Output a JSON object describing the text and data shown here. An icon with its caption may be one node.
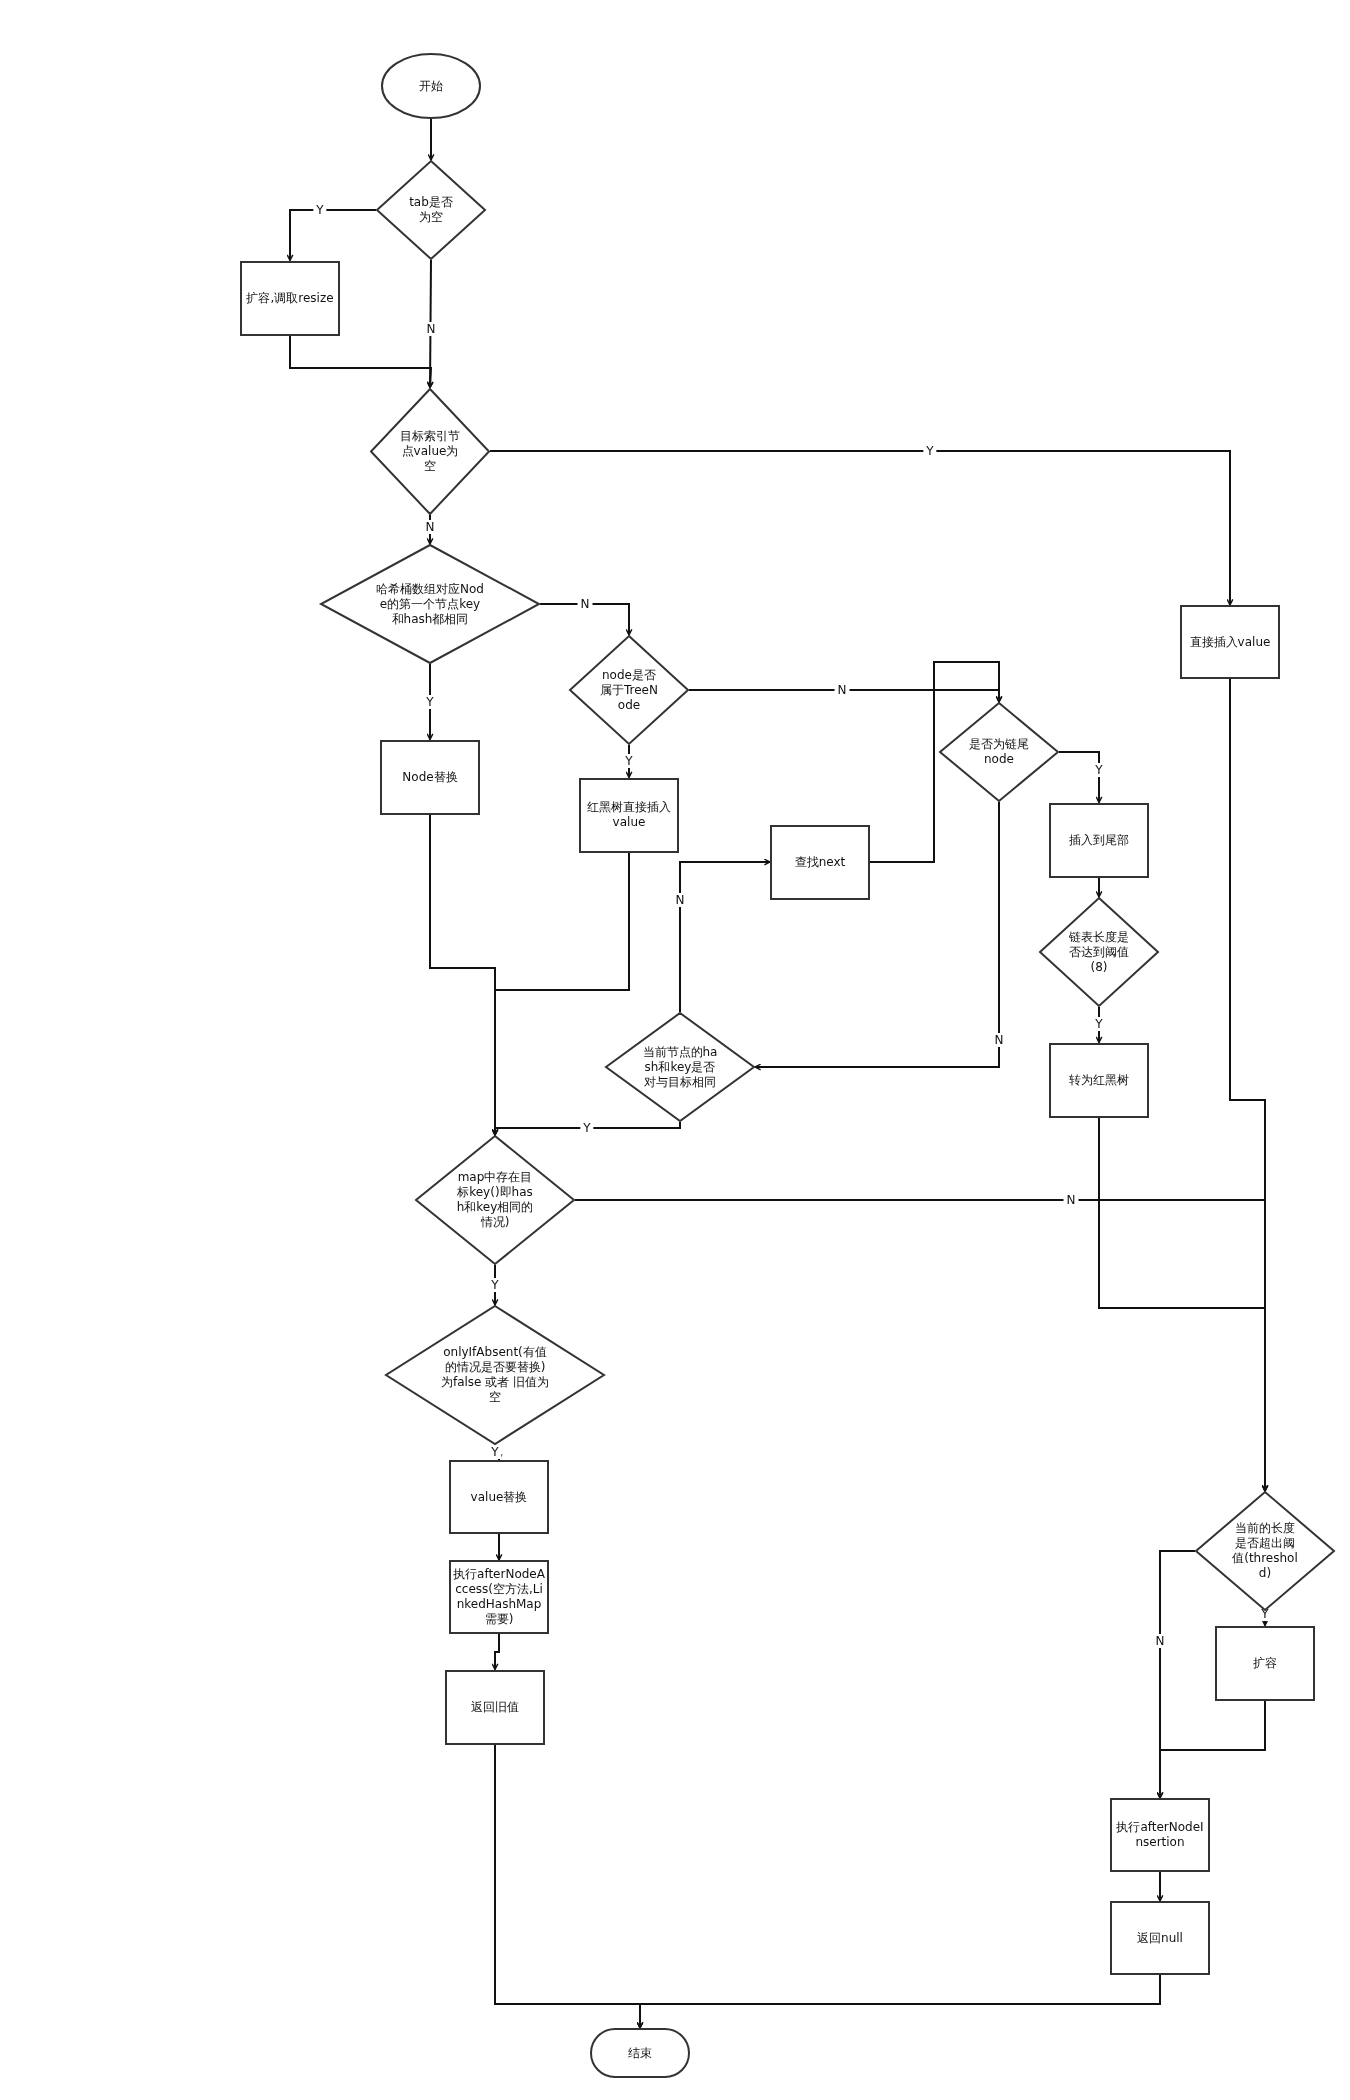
{
  "diagram": {
    "nodes": [
      {
        "text": [
          "开始"
        ]
      },
      {
        "text": [
          "tab是否为空"
        ]
      },
      {
        "text": [
          "扩容,调取resize"
        ]
      },
      {
        "text": [
          "目标索引节点value为空"
        ]
      },
      {
        "text": [
          "哈希桶数组对应Node的第一个节点key和hash都相同"
        ]
      },
      {
        "text": [
          "直接插入value"
        ]
      },
      {
        "text": [
          "node是否属于TreeNode"
        ]
      },
      {
        "text": [
          "Node替换"
        ]
      },
      {
        "text": [
          "红黑树直接插入value"
        ]
      },
      {
        "text": [
          "是否为链尾node"
        ]
      },
      {
        "text": [
          "插入到尾部"
        ]
      },
      {
        "text": [
          "查找next"
        ]
      },
      {
        "text": [
          "链表长度是否达到阈值(8)"
        ]
      },
      {
        "text": [
          "当前节点的hash和key是否对与目标相同"
        ]
      },
      {
        "text": [
          "转为红黑树"
        ]
      },
      {
        "text": [
          "map中存在目标key()即hash和key相同的情况)"
        ]
      },
      {
        "text": [
          "onlyIfAbsent(有值的情况是否要替换)为false 或者 旧值为空"
        ]
      },
      {
        "text": [
          "value替换"
        ]
      },
      {
        "text": [
          "执行afterNodeAccess(空方法,LinkedHashMap需要)"
        ]
      },
      {
        "text": [
          "返回旧值"
        ]
      },
      {
        "text": [
          "当前的长度是否超出阈值(threshold)"
        ]
      },
      {
        "text": [
          "扩容"
        ]
      },
      {
        "text": [
          "执行afterNodeInsertion"
        ]
      },
      {
        "text": [
          "返回null"
        ]
      },
      {
        "text": [
          "结束"
        ]
      }
    ],
    "edges": [
      {
        "from": 0,
        "to": 1,
        "arrow": "to"
      },
      {
        "from": 1,
        "to": 2,
        "arrow": "to",
        "label": "Y"
      },
      {
        "from": 1,
        "to": 3,
        "arrow": "to",
        "label": "N"
      },
      {
        "from": 2,
        "to": 3,
        "arrow": "to"
      },
      {
        "from": 3,
        "to": 5,
        "arrow": "to",
        "label": "Y"
      },
      {
        "from": 3,
        "to": 4,
        "arrow": "to",
        "label": "N"
      },
      {
        "from": 4,
        "to": 7,
        "arrow": "to",
        "label": "Y"
      },
      {
        "from": 4,
        "to": 6,
        "arrow": "to",
        "label": "N"
      },
      {
        "from": 6,
        "to": 8,
        "arrow": "to",
        "label": "Y"
      },
      {
        "from": 6,
        "to": 9,
        "arrow": "to",
        "label": "N"
      },
      {
        "from": 9,
        "to": 10,
        "arrow": "to",
        "label": "Y"
      },
      {
        "from": 9,
        "to": 13,
        "arrow": "to",
        "label": "N"
      },
      {
        "from": 10,
        "to": 12,
        "arrow": "to"
      },
      {
        "from": 12,
        "to": 14,
        "arrow": "to",
        "label": "Y"
      },
      {
        "from": 13,
        "to": 11,
        "arrow": "to",
        "label": "N"
      },
      {
        "from": 11,
        "to": 9,
        "arrow": "to"
      },
      {
        "from": 13,
        "to": 15,
        "arrow": "to",
        "label": "Y"
      },
      {
        "from": 7,
        "to": 15,
        "arrow": "to"
      },
      {
        "from": 8,
        "to": 15,
        "arrow": "to"
      },
      {
        "from": 15,
        "to": 16,
        "arrow": "to",
        "label": "Y"
      },
      {
        "from": 15,
        "to": 20,
        "arrow": "to",
        "label": "N"
      },
      {
        "from": 16,
        "to": 17,
        "arrow": "to",
        "label": "Y"
      },
      {
        "from": 17,
        "to": 18,
        "arrow": "to"
      },
      {
        "from": 18,
        "to": 19,
        "arrow": "to"
      },
      {
        "from": 19,
        "to": 24,
        "arrow": "to"
      },
      {
        "from": 5,
        "to": 20,
        "arrow": "to"
      },
      {
        "from": 14,
        "to": 20,
        "arrow": "to"
      },
      {
        "from": 20,
        "to": 21,
        "arrow": "to",
        "label": "Y"
      },
      {
        "from": 20,
        "to": 22,
        "arrow": "to",
        "label": "N"
      },
      {
        "from": 21,
        "to": 22,
        "arrow": "to"
      },
      {
        "from": 22,
        "to": 23,
        "arrow": "to"
      },
      {
        "from": 23,
        "to": 24,
        "arrow": "to"
      }
    ]
  }
}
